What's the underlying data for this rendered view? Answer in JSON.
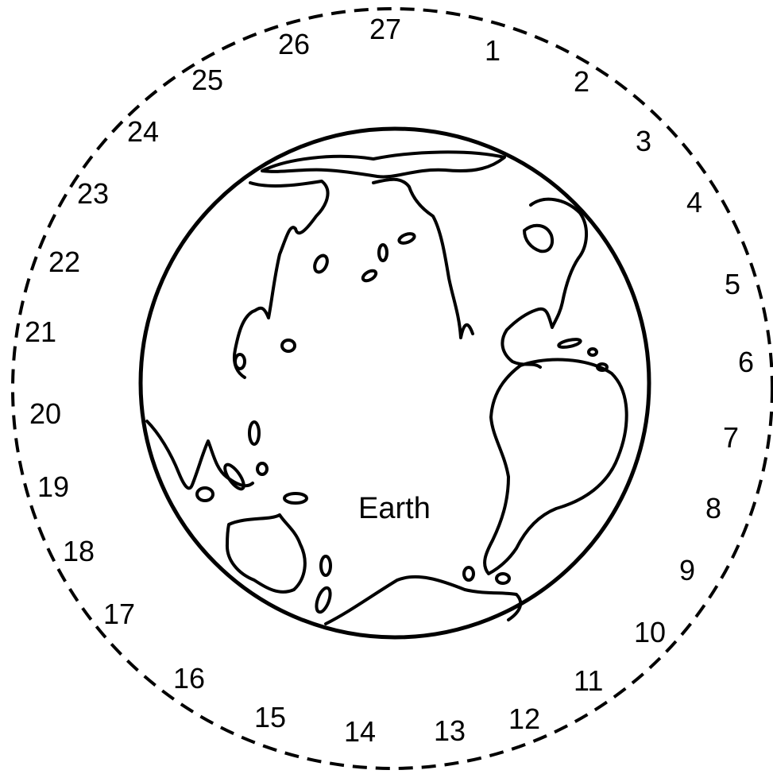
{
  "earth_label": "Earth",
  "position_numbers": [
    "1",
    "2",
    "3",
    "4",
    "5",
    "6",
    "7",
    "8",
    "9",
    "10",
    "11",
    "12",
    "13",
    "14",
    "15",
    "16",
    "17",
    "18",
    "19",
    "20",
    "21",
    "22",
    "23",
    "24",
    "25",
    "26",
    "27"
  ],
  "colors": {
    "ink": "#000000",
    "background": "#ffffff"
  }
}
